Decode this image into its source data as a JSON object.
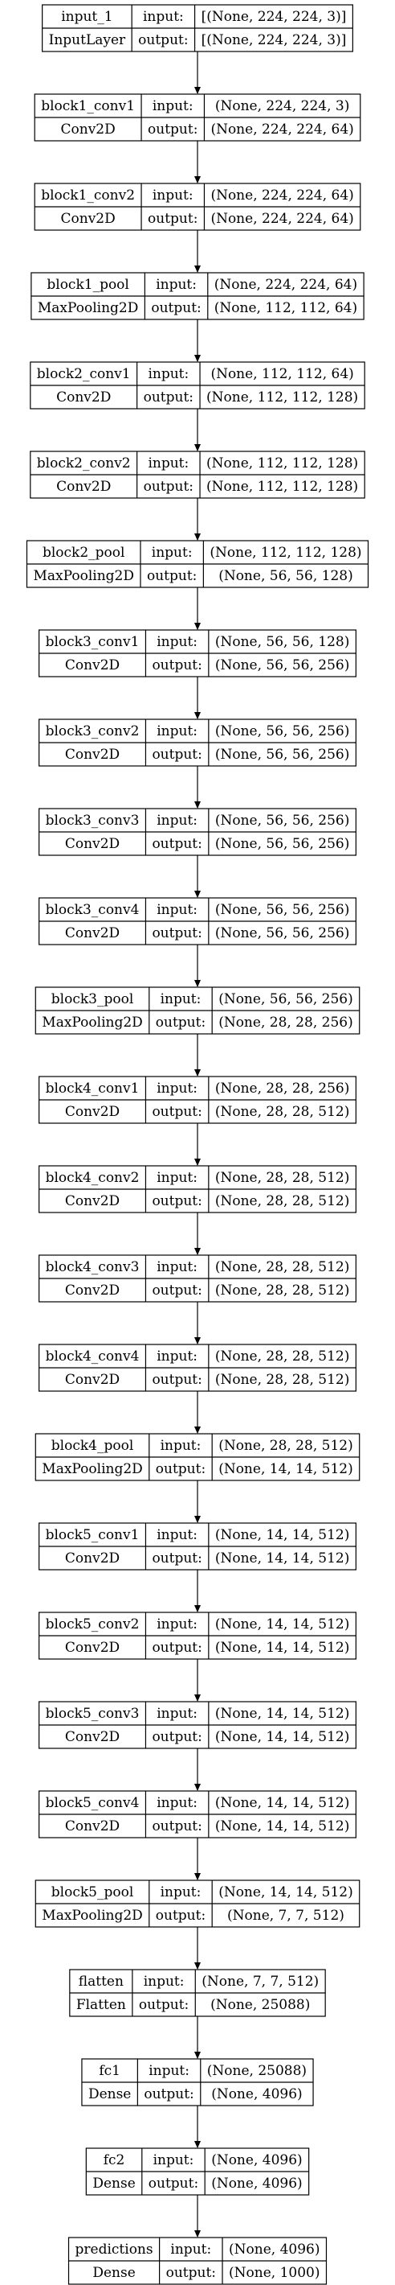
{
  "layers": [
    {
      "name": "input_1",
      "type": "InputLayer",
      "input_label": "input:",
      "output_label": "output:",
      "input": "[(None, 224, 224, 3)]",
      "output": "[(None, 224, 224, 3)]"
    },
    {
      "name": "block1_conv1",
      "type": "Conv2D",
      "input_label": "input:",
      "output_label": "output:",
      "input": "(None, 224, 224, 3)",
      "output": "(None, 224, 224, 64)"
    },
    {
      "name": "block1_conv2",
      "type": "Conv2D",
      "input_label": "input:",
      "output_label": "output:",
      "input": "(None, 224, 224, 64)",
      "output": "(None, 224, 224, 64)"
    },
    {
      "name": "block1_pool",
      "type": "MaxPooling2D",
      "input_label": "input:",
      "output_label": "output:",
      "input": "(None, 224, 224, 64)",
      "output": "(None, 112, 112, 64)"
    },
    {
      "name": "block2_conv1",
      "type": "Conv2D",
      "input_label": "input:",
      "output_label": "output:",
      "input": "(None, 112, 112, 64)",
      "output": "(None, 112, 112, 128)"
    },
    {
      "name": "block2_conv2",
      "type": "Conv2D",
      "input_label": "input:",
      "output_label": "output:",
      "input": "(None, 112, 112, 128)",
      "output": "(None, 112, 112, 128)"
    },
    {
      "name": "block2_pool",
      "type": "MaxPooling2D",
      "input_label": "input:",
      "output_label": "output:",
      "input": "(None, 112, 112, 128)",
      "output": "(None, 56, 56, 128)"
    },
    {
      "name": "block3_conv1",
      "type": "Conv2D",
      "input_label": "input:",
      "output_label": "output:",
      "input": "(None, 56, 56, 128)",
      "output": "(None, 56, 56, 256)"
    },
    {
      "name": "block3_conv2",
      "type": "Conv2D",
      "input_label": "input:",
      "output_label": "output:",
      "input": "(None, 56, 56, 256)",
      "output": "(None, 56, 56, 256)"
    },
    {
      "name": "block3_conv3",
      "type": "Conv2D",
      "input_label": "input:",
      "output_label": "output:",
      "input": "(None, 56, 56, 256)",
      "output": "(None, 56, 56, 256)"
    },
    {
      "name": "block3_conv4",
      "type": "Conv2D",
      "input_label": "input:",
      "output_label": "output:",
      "input": "(None, 56, 56, 256)",
      "output": "(None, 56, 56, 256)"
    },
    {
      "name": "block3_pool",
      "type": "MaxPooling2D",
      "input_label": "input:",
      "output_label": "output:",
      "input": "(None, 56, 56, 256)",
      "output": "(None, 28, 28, 256)"
    },
    {
      "name": "block4_conv1",
      "type": "Conv2D",
      "input_label": "input:",
      "output_label": "output:",
      "input": "(None, 28, 28, 256)",
      "output": "(None, 28, 28, 512)"
    },
    {
      "name": "block4_conv2",
      "type": "Conv2D",
      "input_label": "input:",
      "output_label": "output:",
      "input": "(None, 28, 28, 512)",
      "output": "(None, 28, 28, 512)"
    },
    {
      "name": "block4_conv3",
      "type": "Conv2D",
      "input_label": "input:",
      "output_label": "output:",
      "input": "(None, 28, 28, 512)",
      "output": "(None, 28, 28, 512)"
    },
    {
      "name": "block4_conv4",
      "type": "Conv2D",
      "input_label": "input:",
      "output_label": "output:",
      "input": "(None, 28, 28, 512)",
      "output": "(None, 28, 28, 512)"
    },
    {
      "name": "block4_pool",
      "type": "MaxPooling2D",
      "input_label": "input:",
      "output_label": "output:",
      "input": "(None, 28, 28, 512)",
      "output": "(None, 14, 14, 512)"
    },
    {
      "name": "block5_conv1",
      "type": "Conv2D",
      "input_label": "input:",
      "output_label": "output:",
      "input": "(None, 14, 14, 512)",
      "output": "(None, 14, 14, 512)"
    },
    {
      "name": "block5_conv2",
      "type": "Conv2D",
      "input_label": "input:",
      "output_label": "output:",
      "input": "(None, 14, 14, 512)",
      "output": "(None, 14, 14, 512)"
    },
    {
      "name": "block5_conv3",
      "type": "Conv2D",
      "input_label": "input:",
      "output_label": "output:",
      "input": "(None, 14, 14, 512)",
      "output": "(None, 14, 14, 512)"
    },
    {
      "name": "block5_conv4",
      "type": "Conv2D",
      "input_label": "input:",
      "output_label": "output:",
      "input": "(None, 14, 14, 512)",
      "output": "(None, 14, 14, 512)"
    },
    {
      "name": "block5_pool",
      "type": "MaxPooling2D",
      "input_label": "input:",
      "output_label": "output:",
      "input": "(None, 14, 14, 512)",
      "output": "(None, 7, 7, 512)"
    },
    {
      "name": "flatten",
      "type": "Flatten",
      "input_label": "input:",
      "output_label": "output:",
      "input": "(None, 7, 7, 512)",
      "output": "(None, 25088)"
    },
    {
      "name": "fc1",
      "type": "Dense",
      "input_label": "input:",
      "output_label": "output:",
      "input": "(None, 25088)",
      "output": "(None, 4096)"
    },
    {
      "name": "fc2",
      "type": "Dense",
      "input_label": "input:",
      "output_label": "output:",
      "input": "(None, 4096)",
      "output": "(None, 4096)"
    },
    {
      "name": "predictions",
      "type": "Dense",
      "input_label": "input:",
      "output_label": "output:",
      "input": "(None, 4096)",
      "output": "(None, 1000)"
    }
  ],
  "colors": {
    "stroke": "#000000",
    "background": "#ffffff",
    "text": "#000000"
  }
}
